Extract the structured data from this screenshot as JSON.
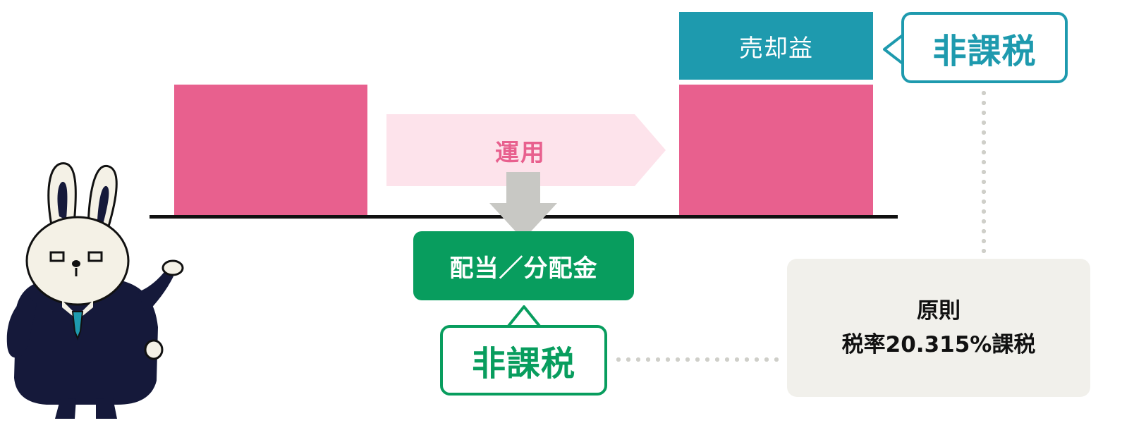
{
  "diagram": {
    "flow_label": "運用",
    "gain_label": "売却益",
    "gain_tax_label": "非課税",
    "dividend_label": "配当／分配金",
    "dividend_tax_label": "非課税",
    "rule_title": "原則",
    "rule_detail": "税率20.315%課税"
  },
  "colors": {
    "principal": "#E8608E",
    "flow_arrow": "#FDE3EB",
    "gain": "#1E9AAE",
    "dividend": "#089D5E",
    "down_arrow": "#C8C8C4",
    "rule_box": "#F1F0EB",
    "character_suit": "#15193A"
  },
  "icons": {
    "character": "rabbit-businessman-illustration"
  }
}
